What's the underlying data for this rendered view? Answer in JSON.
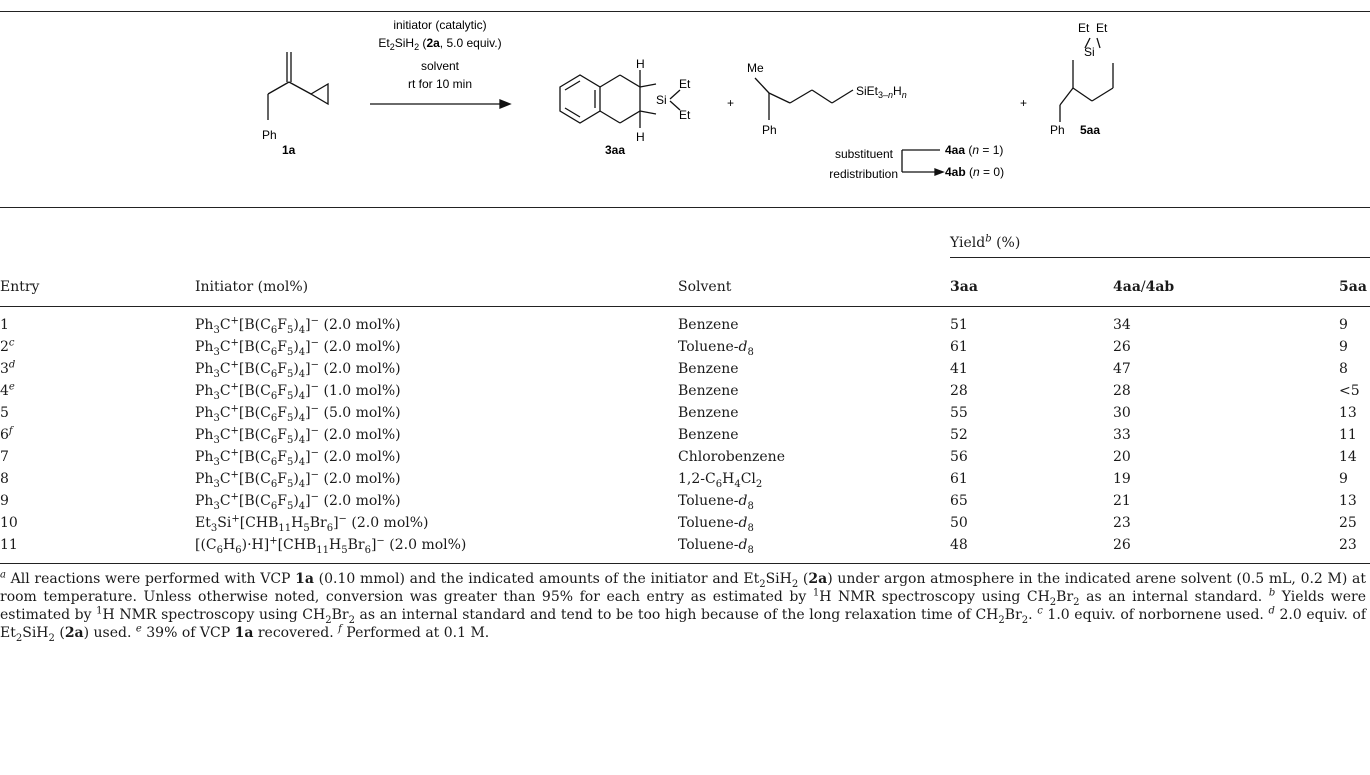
{
  "scheme": {
    "reactant_label": "1a",
    "reactant_ph": "Ph",
    "cond_line1": "initiator (catalytic)",
    "cond_line2": "Et₂SiH₂ (2a, 5.0 equiv.)",
    "cond_line3": "solvent",
    "cond_line4": "rt for 10 min",
    "p3_label": "3aa",
    "p3_h_top": "H",
    "p3_h_bot": "H",
    "p3_si": "Si",
    "p3_et1": "Et",
    "p3_et2": "Et",
    "plus": "+",
    "p4_me": "Me",
    "p4_ph": "Ph",
    "p4_si": "SiEt3–nHn",
    "redistrib_1": "substituent",
    "redistrib_2": "redistribution",
    "p4aa": "4aa (n = 1)",
    "p4ab": "4ab (n = 0)",
    "p5_label": "5aa",
    "p5_si": "Si",
    "p5_et1": "Et",
    "p5_et2": "Et",
    "p5_ph": "Ph"
  },
  "table": {
    "yield_header": "Yield",
    "yield_sup": "b",
    "yield_unit": "(%)",
    "col_entry": "Entry",
    "col_initiator": "Initiator (mol%)",
    "col_solvent": "Solvent",
    "col_3aa": "3aa",
    "col_4aa": "4aa",
    "col_4ab": "4ab",
    "col_5aa": "5aa",
    "rows": [
      {
        "entry": "1",
        "sup": "",
        "initiator": "Ph3C+[B(C6F5)4]− (2.0 mol%)",
        "solvent": "Benzene",
        "y3aa": "51",
        "y4": "34",
        "y5aa": "9"
      },
      {
        "entry": "2",
        "sup": "c",
        "initiator": "Ph3C+[B(C6F5)4]− (2.0 mol%)",
        "solvent": "Toluene-d8",
        "y3aa": "61",
        "y4": "26",
        "y5aa": "9"
      },
      {
        "entry": "3",
        "sup": "d",
        "initiator": "Ph3C+[B(C6F5)4]− (2.0 mol%)",
        "solvent": "Benzene",
        "y3aa": "41",
        "y4": "47",
        "y5aa": "8"
      },
      {
        "entry": "4",
        "sup": "e",
        "initiator": "Ph3C+[B(C6F5)4]− (1.0 mol%)",
        "solvent": "Benzene",
        "y3aa": "28",
        "y4": "28",
        "y5aa": "<5"
      },
      {
        "entry": "5",
        "sup": "",
        "initiator": "Ph3C+[B(C6F5)4]− (5.0 mol%)",
        "solvent": "Benzene",
        "y3aa": "55",
        "y4": "30",
        "y5aa": "13"
      },
      {
        "entry": "6",
        "sup": "f",
        "initiator": "Ph3C+[B(C6F5)4]− (2.0 mol%)",
        "solvent": "Benzene",
        "y3aa": "52",
        "y4": "33",
        "y5aa": "11"
      },
      {
        "entry": "7",
        "sup": "",
        "initiator": "Ph3C+[B(C6F5)4]− (2.0 mol%)",
        "solvent": "Chlorobenzene",
        "y3aa": "56",
        "y4": "20",
        "y5aa": "14"
      },
      {
        "entry": "8",
        "sup": "",
        "initiator": "Ph3C+[B(C6F5)4]− (2.0 mol%)",
        "solvent": "1,2-C6H4Cl2",
        "y3aa": "61",
        "y4": "19",
        "y5aa": "9"
      },
      {
        "entry": "9",
        "sup": "",
        "initiator": "Ph3C+[B(C6F5)4]− (2.0 mol%)",
        "solvent": "Toluene-d8",
        "y3aa": "65",
        "y4": "21",
        "y5aa": "13"
      },
      {
        "entry": "10",
        "sup": "",
        "initiator": "Et3Si+[CHB11H5Br6]− (2.0 mol%)",
        "solvent": "Toluene-d8",
        "y3aa": "50",
        "y4": "23",
        "y5aa": "25"
      },
      {
        "entry": "11",
        "sup": "",
        "initiator": "[(C6H6)·H]+[CHB11H5Br6]− (2.0 mol%)",
        "solvent": "Toluene-d8",
        "y3aa": "48",
        "y4": "26",
        "y5aa": "23"
      }
    ]
  },
  "footnote": "a All reactions were performed with VCP 1a (0.10 mmol) and the indicated amounts of the initiator and Et2SiH2 (2a) under argon atmosphere in the indicated arene solvent (0.5 mL, 0.2 M) at room temperature. Unless otherwise noted, conversion was greater than 95% for each entry as estimated by 1H NMR spectroscopy using CH2Br2 as an internal standard. b Yields were estimated by 1H NMR spectroscopy using CH2Br2 as an internal standard and tend to be too high because of the long relaxation time of CH2Br2. c 1.0 equiv. of norbornene used. d 2.0 equiv. of Et2SiH2 (2a) used. e 39% of VCP 1a recovered. f Performed at 0.1 M."
}
